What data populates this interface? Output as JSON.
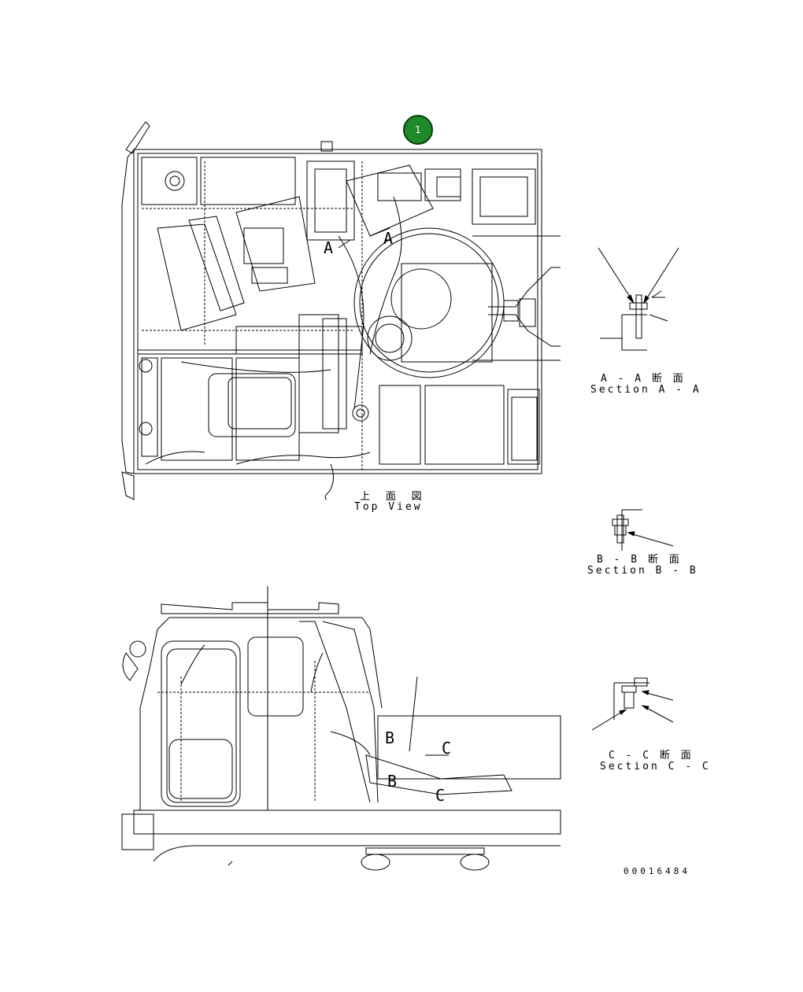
{
  "callout": {
    "label": "1",
    "color": "#1f8a2a"
  },
  "top_view": {
    "jp": "上 面 図",
    "en": "Top View",
    "section_marks": [
      "A",
      "A"
    ]
  },
  "side_view": {
    "section_marks": [
      "B",
      "C",
      "B",
      "C"
    ]
  },
  "section_aa": {
    "jp": "A - A 断 面",
    "en": "Section A - A"
  },
  "section_bb": {
    "jp": "B - B 断 面",
    "en": "Section B - B"
  },
  "section_cc": {
    "jp": "C - C 断 面",
    "en": "Section C - C"
  },
  "reference_number": "00016484"
}
